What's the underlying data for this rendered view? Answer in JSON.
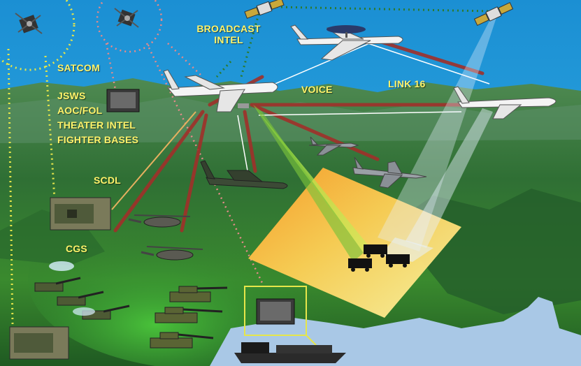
{
  "labels": {
    "satcom": "SATCOM",
    "broadcast_intel": [
      "BROADCAST",
      "INTEL"
    ],
    "voice": "VOICE",
    "link16": "LINK 16",
    "jsws": "JSWS",
    "aoc_fol": "AOC/FOL",
    "theater_intel": "THEATER INTEL",
    "fighter_bases": "FIGHTER BASES",
    "scdl": "SCDL",
    "cgs": "CGS"
  },
  "colors": {
    "sky": "#1f9ad6",
    "label": "#fff36a",
    "datalink_red": "#a0302a",
    "satcom_yellow": "#e6e64a",
    "broadcast_green": "#2c7a2c",
    "pink_dotted": "#e88a8a",
    "target_box": "#ffd95e"
  },
  "icons": [
    "satellite-icon",
    "awacs-icon",
    "jstars-icon",
    "rivet-joint-icon",
    "fighter-icon",
    "c130-icon",
    "helicopter-icon",
    "tank-icon",
    "artillery-icon",
    "truck-icon",
    "ship-icon",
    "display-terminal-icon",
    "ground-station-icon"
  ]
}
